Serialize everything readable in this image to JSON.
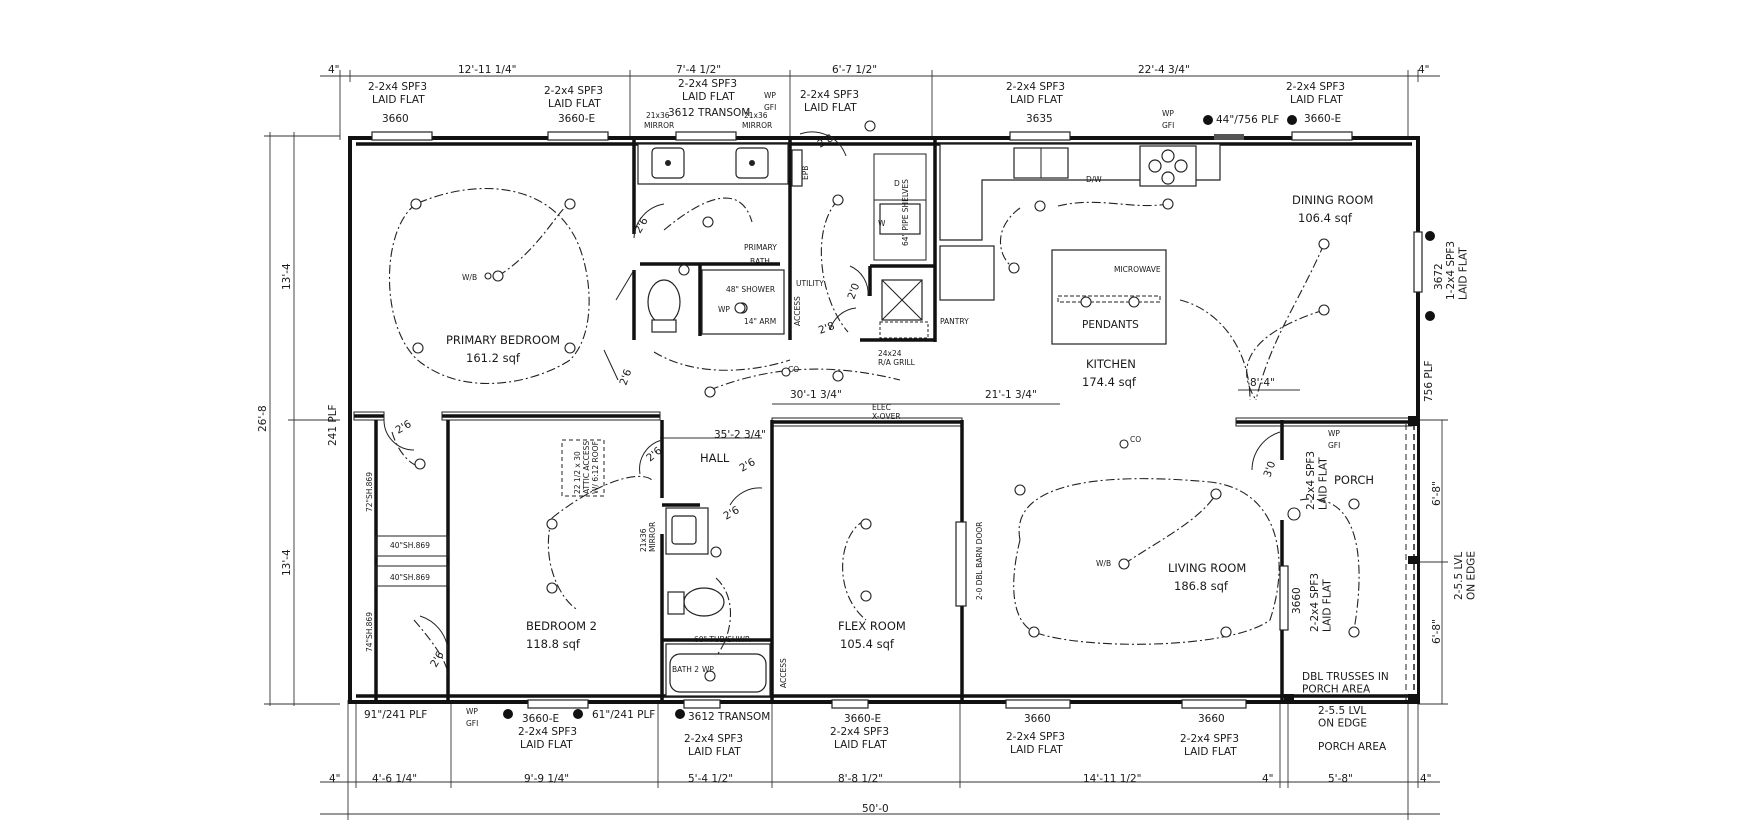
{
  "rooms": {
    "primary_bedroom": {
      "name": "PRIMARY BEDROOM",
      "area": "161.2 sqf"
    },
    "primary_bath": {
      "name_line1": "PRIMARY",
      "name_line2": "BATH"
    },
    "utility": "UTILITY",
    "pantry": "PANTRY",
    "kitchen": {
      "name": "KITCHEN",
      "area": "174.4 sqf"
    },
    "dining": {
      "name": "DINING ROOM",
      "area": "106.4 sqf"
    },
    "hall": "HALL",
    "bedroom2": {
      "name": "BEDROOM 2",
      "area": "118.8 sqf"
    },
    "flex": {
      "name": "FLEX ROOM",
      "area": "105.4 sqf"
    },
    "living": {
      "name": "LIVING ROOM",
      "area": "186.8 sqf"
    },
    "porch": "PORCH",
    "bath2": "BATH 2"
  },
  "fixtures": {
    "pendants": "PENDANTS",
    "microwave": "MICROWAVE",
    "shower": "48\" SHOWER",
    "arm": "14\" ARM",
    "tub": "60\" TUB/SHWR",
    "wb": "W/B",
    "wp": "WP",
    "gfi": "GFI",
    "epb": "EPB",
    "dw": "D/W",
    "co": "CO",
    "mirror": "MIRROR",
    "mirror_size": "21x36",
    "mirror_side": "21x36\nMIRROR",
    "pipe_shelves": "64\" PIPE SHELVES",
    "ra_grill": "24x24\nR/A GRILL",
    "elec_xover": "ELEC\nX-OVER",
    "attic_access": "22 1/2 x 30\nATTIC ACCESS\nW/ 6:12 ROOF",
    "barn_door": "2-0 DBL BARN DOOR",
    "shelf1": "40\"SH.869",
    "shelf2": "40\"SH.869",
    "shelf3": "72\"SH.869",
    "shelf4": "74\"SH.869",
    "access": "ACCESS",
    "w": "W",
    "d": "D"
  },
  "doors": [
    "2'6",
    "2'6",
    "2'6",
    "2'8",
    "2'0",
    "2'8",
    "2'6",
    "2'6",
    "2'6",
    "2'6",
    "3'0"
  ],
  "top_headers": [
    {
      "line1": "2-2x4 SPF3",
      "line2": "LAID FLAT",
      "window": "3660"
    },
    {
      "line1": "2-2x4 SPF3",
      "line2": "LAID FLAT",
      "window": "3660-E"
    },
    {
      "line1": "2-2x4 SPF3",
      "line2": "LAID FLAT",
      "window": "3612 TRANSOM"
    },
    {
      "line1": "2-2x4 SPF3",
      "line2": "LAID FLAT",
      "window": ""
    },
    {
      "line1": "2-2x4 SPF3",
      "line2": "LAID FLAT",
      "window": "3635"
    },
    {
      "line1": "2-2x4 SPF3",
      "line2": "LAID FLAT",
      "window": "3660-E"
    }
  ],
  "top_plf": "44\"/756 PLF",
  "bottom_headers": [
    {
      "window": "3660-E",
      "line1": "2-2x4 SPF3",
      "line2": "LAID FLAT"
    },
    {
      "window": "3612 TRANSOM",
      "line1": "2-2x4 SPF3",
      "line2": "LAID FLAT"
    },
    {
      "window": "3660-E",
      "line1": "2-2x4 SPF3",
      "line2": "LAID FLAT"
    },
    {
      "window": "3660",
      "line1": "2-2x4 SPF3",
      "line2": "LAID FLAT"
    },
    {
      "window": "3660",
      "line1": "2-2x4 SPF3",
      "line2": "LAID FLAT"
    }
  ],
  "bottom_plf": [
    "91\"/241 PLF",
    "61\"/241 PLF"
  ],
  "porch_notes": {
    "trusses": "DBL TRUSSES IN\nPORCH AREA",
    "lvl_bottom": "2-5.5 LVL\nON EDGE",
    "area": "PORCH AREA",
    "lvl_right": "2-5.5 LVL\nON EDGE",
    "header_top": "2-2x4 SPF3\nLAID FLAT",
    "header_mid": "2-2x4 SPF3\nLAID FLAT",
    "window_mid": "3660"
  },
  "right_wall": {
    "window": "3672",
    "header": "1-2x4 SPF3\nLAID FLAT",
    "plf": "756 PLF"
  },
  "left_wall": {
    "plf": "241 PLF"
  },
  "dims_top": [
    "4\"",
    "12'-11 1/4\"",
    "7'-4 1/2\"",
    "6'-7 1/2\"",
    "22'-4 3/4\"",
    "4\""
  ],
  "dims_bottom": [
    "4\"",
    "4'-6 1/4\"",
    "9'-9 1/4\"",
    "5'-4 1/2\"",
    "8'-8 1/2\"",
    "14'-11 1/2\"",
    "4\"",
    "5'-8\"",
    "4\""
  ],
  "dims_overall": "50'-0",
  "dims_left": [
    "13'-4",
    "13'-4",
    "26'-8"
  ],
  "dims_right": [
    "6'-8\"",
    "6'-8\""
  ],
  "dims_interior": [
    "35'-2 3/4\"",
    "30'-1 3/4\"",
    "21'-1 3/4\"",
    "8'-4\""
  ]
}
